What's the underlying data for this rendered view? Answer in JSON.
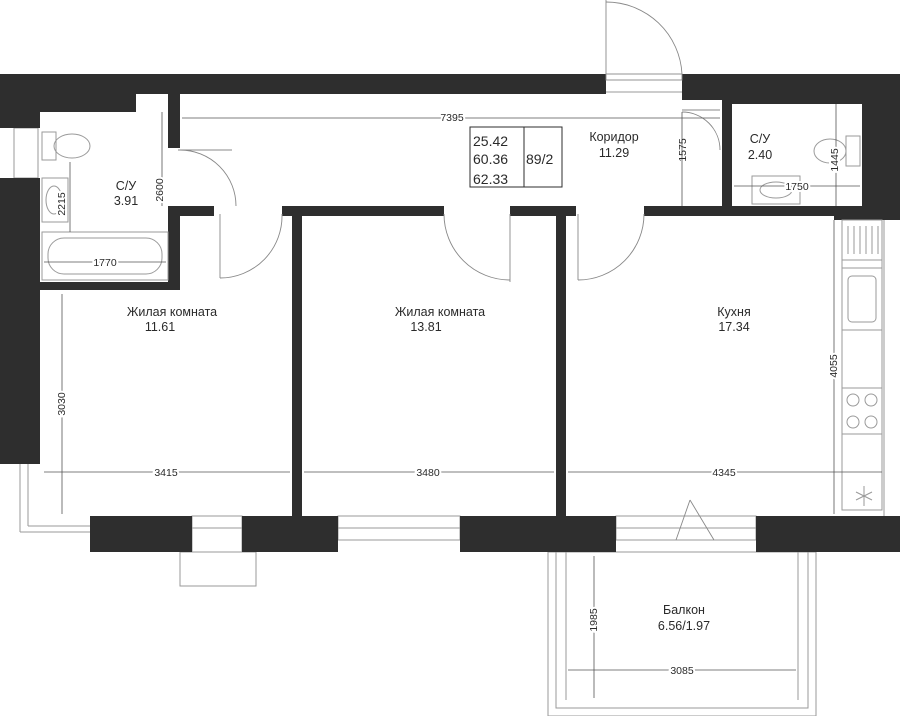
{
  "summary": {
    "living_area": "25.42",
    "total_area": "60.36",
    "total_area_with_balcony": "62.33",
    "apartment_type": "89/2"
  },
  "rooms": {
    "bathroom_left": {
      "name": "С/У",
      "area": "3.91"
    },
    "corridor": {
      "name": "Коридор",
      "area": "11.29"
    },
    "bathroom_right": {
      "name": "С/У",
      "area": "2.40"
    },
    "living_room_1": {
      "name": "Жилая комната",
      "area": "11.61"
    },
    "living_room_2": {
      "name": "Жилая комната",
      "area": "13.81"
    },
    "kitchen": {
      "name": "Кухня",
      "area": "17.34"
    },
    "balcony": {
      "name": "Балкон",
      "area": "6.56/1.97"
    }
  },
  "dimensions": {
    "corridor_length": "7395",
    "corridor_height": "1575",
    "bath_left_height": "2600",
    "bath_left_inner_height": "2215",
    "bath_left_width": "1770",
    "bath_right_height": "1445",
    "bath_right_width": "1750",
    "room1_height": "3030",
    "room1_width": "3415",
    "room2_width": "3480",
    "kitchen_height": "4055",
    "kitchen_width": "4345",
    "balcony_height": "1985",
    "balcony_width": "3085"
  },
  "colors": {
    "wall": "#2e2e2e",
    "thin_line": "#9a9a9a",
    "text": "#2a2a2a"
  }
}
